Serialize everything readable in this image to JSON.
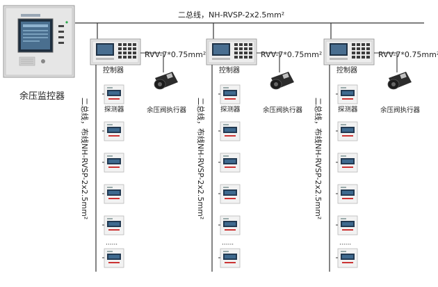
{
  "monitor": {
    "label": "余压监控器",
    "screen_caption": "余压监控器"
  },
  "bus_top_label": "二总线，NH-RVSP-2x2.5mm²",
  "vertical_bus_label": "二总线，布线NH-RVSP-2x2.5mm²",
  "columns": [
    {
      "cable_label": "RVV-7*0.75mm²",
      "controller_label": "控制器",
      "detector_label": "探测器",
      "actuator_label": "余压阀执行器",
      "ellipsis": "......"
    },
    {
      "cable_label": "RVV-7*0.75mm²",
      "controller_label": "控制器",
      "detector_label": "探测器",
      "actuator_label": "余压阀执行器",
      "ellipsis": "......"
    },
    {
      "cable_label": "RVV-7*0.75mm²",
      "controller_label": "控制器",
      "detector_label": "探测器",
      "actuator_label": "余压阀执行器",
      "ellipsis": "......"
    }
  ],
  "colors": {
    "line": "#333333",
    "cabinet": "#dcdcdc",
    "screen": "#2f4a63",
    "accent_led": "#2aa84a"
  }
}
